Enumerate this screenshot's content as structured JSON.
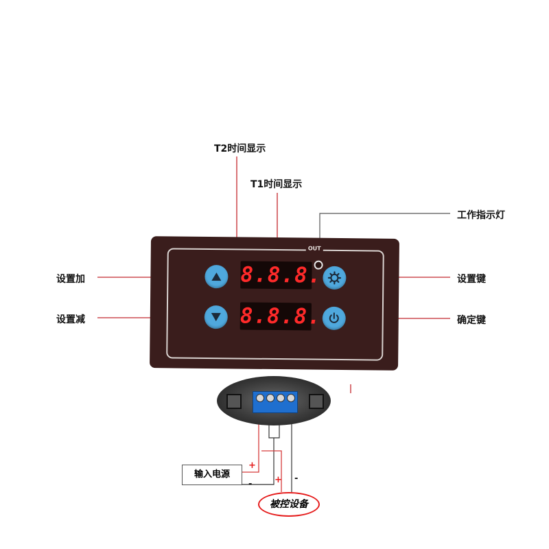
{
  "labels": {
    "t2_display": "T2时间显示",
    "t1_display": "T1时间显示",
    "work_indicator": "工作指示灯",
    "set_up": "设置加",
    "set_down": "设置减",
    "set_key": "设置键",
    "confirm_key": "确定键"
  },
  "panel": {
    "out_label": "OUT",
    "display_top": "8.8.8.",
    "display_bottom": "8.8.8."
  },
  "wiring": {
    "power_input": "输入电源",
    "controlled_device": "被控设备",
    "plus": "+",
    "minus": "-"
  },
  "colors": {
    "panel": "#3a1d1c",
    "button": "#4fa8dd",
    "digit": "#ff2a2a",
    "line": "#c2272d"
  },
  "icons": [
    "up-arrow-icon",
    "down-arrow-icon",
    "gear-icon",
    "power-icon"
  ]
}
